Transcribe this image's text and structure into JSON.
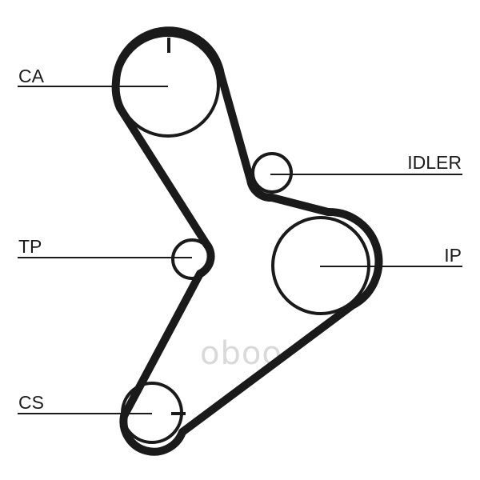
{
  "labels": {
    "ca": "CA",
    "idler": "IDLER",
    "tp": "TP",
    "ip": "IP",
    "cs": "CS"
  },
  "watermark": "oboo",
  "colors": {
    "stroke": "#1a1a1a",
    "watermark": "#d9d9d9",
    "background": "#ffffff"
  }
}
